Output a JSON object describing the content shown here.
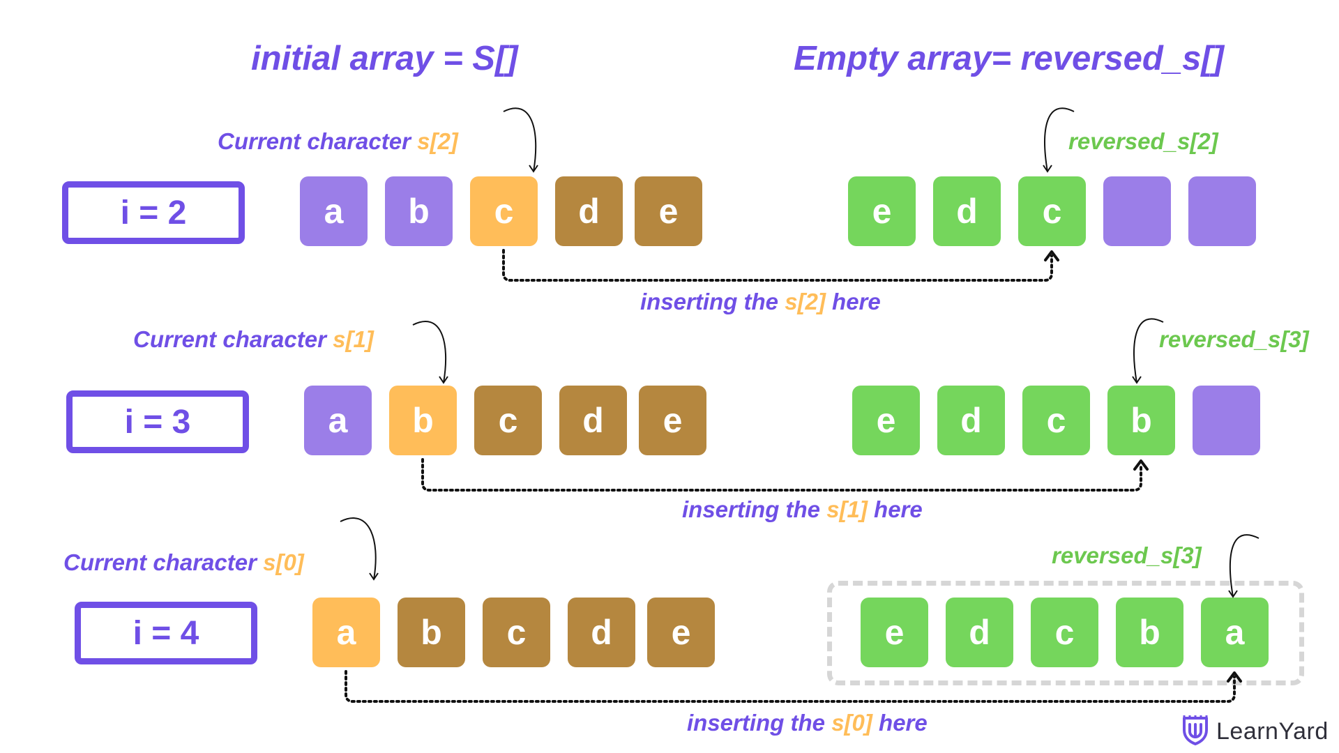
{
  "colors": {
    "purple": "#6f4fe6",
    "light_purple": "#9b7ee8",
    "orange": "#ffbd59",
    "brown": "#b5873f",
    "green": "#75d65c",
    "green_text": "#6cc84f",
    "dashed_border": "#d6d6d6"
  },
  "headers": {
    "initial": "initial  array = S[]",
    "empty": "Empty array= reversed_s[]"
  },
  "rows": [
    {
      "i_label": "i = 2",
      "current_prefix": "Current character ",
      "current_index": "s[2]",
      "reversed_label": "reversed_s[2]",
      "insert_prefix": "inserting the ",
      "insert_index": "s[2]",
      "insert_suffix": " here",
      "left_cells": [
        {
          "letter": "a",
          "state": "light_purple"
        },
        {
          "letter": "b",
          "state": "light_purple"
        },
        {
          "letter": "c",
          "state": "orange"
        },
        {
          "letter": "d",
          "state": "brown"
        },
        {
          "letter": "e",
          "state": "brown"
        }
      ],
      "right_cells": [
        {
          "letter": "e",
          "state": "green"
        },
        {
          "letter": "d",
          "state": "green"
        },
        {
          "letter": "c",
          "state": "green"
        },
        {
          "letter": "",
          "state": "light_purple"
        },
        {
          "letter": "",
          "state": "light_purple"
        }
      ]
    },
    {
      "i_label": "i = 3",
      "current_prefix": "Current character ",
      "current_index": "s[1]",
      "reversed_label": "reversed_s[3]",
      "insert_prefix": "inserting the ",
      "insert_index": "s[1]",
      "insert_suffix": " here",
      "left_cells": [
        {
          "letter": "a",
          "state": "light_purple"
        },
        {
          "letter": "b",
          "state": "orange"
        },
        {
          "letter": "c",
          "state": "brown"
        },
        {
          "letter": "d",
          "state": "brown"
        },
        {
          "letter": "e",
          "state": "brown"
        }
      ],
      "right_cells": [
        {
          "letter": "e",
          "state": "green"
        },
        {
          "letter": "d",
          "state": "green"
        },
        {
          "letter": "c",
          "state": "green"
        },
        {
          "letter": "b",
          "state": "green"
        },
        {
          "letter": "",
          "state": "light_purple"
        }
      ]
    },
    {
      "i_label": "i = 4",
      "current_prefix": "Current character ",
      "current_index": "s[0]",
      "reversed_label": "reversed_s[3]",
      "insert_prefix": "inserting the ",
      "insert_index": "s[0]",
      "insert_suffix": " here",
      "left_cells": [
        {
          "letter": "a",
          "state": "orange"
        },
        {
          "letter": "b",
          "state": "brown"
        },
        {
          "letter": "c",
          "state": "brown"
        },
        {
          "letter": "d",
          "state": "brown"
        },
        {
          "letter": "e",
          "state": "brown"
        }
      ],
      "right_cells": [
        {
          "letter": "e",
          "state": "green"
        },
        {
          "letter": "d",
          "state": "green"
        },
        {
          "letter": "c",
          "state": "green"
        },
        {
          "letter": "b",
          "state": "green"
        },
        {
          "letter": "a",
          "state": "green"
        }
      ]
    }
  ],
  "brand": {
    "name": "LearnYard",
    "icon": "learnyard-shield-logo"
  }
}
